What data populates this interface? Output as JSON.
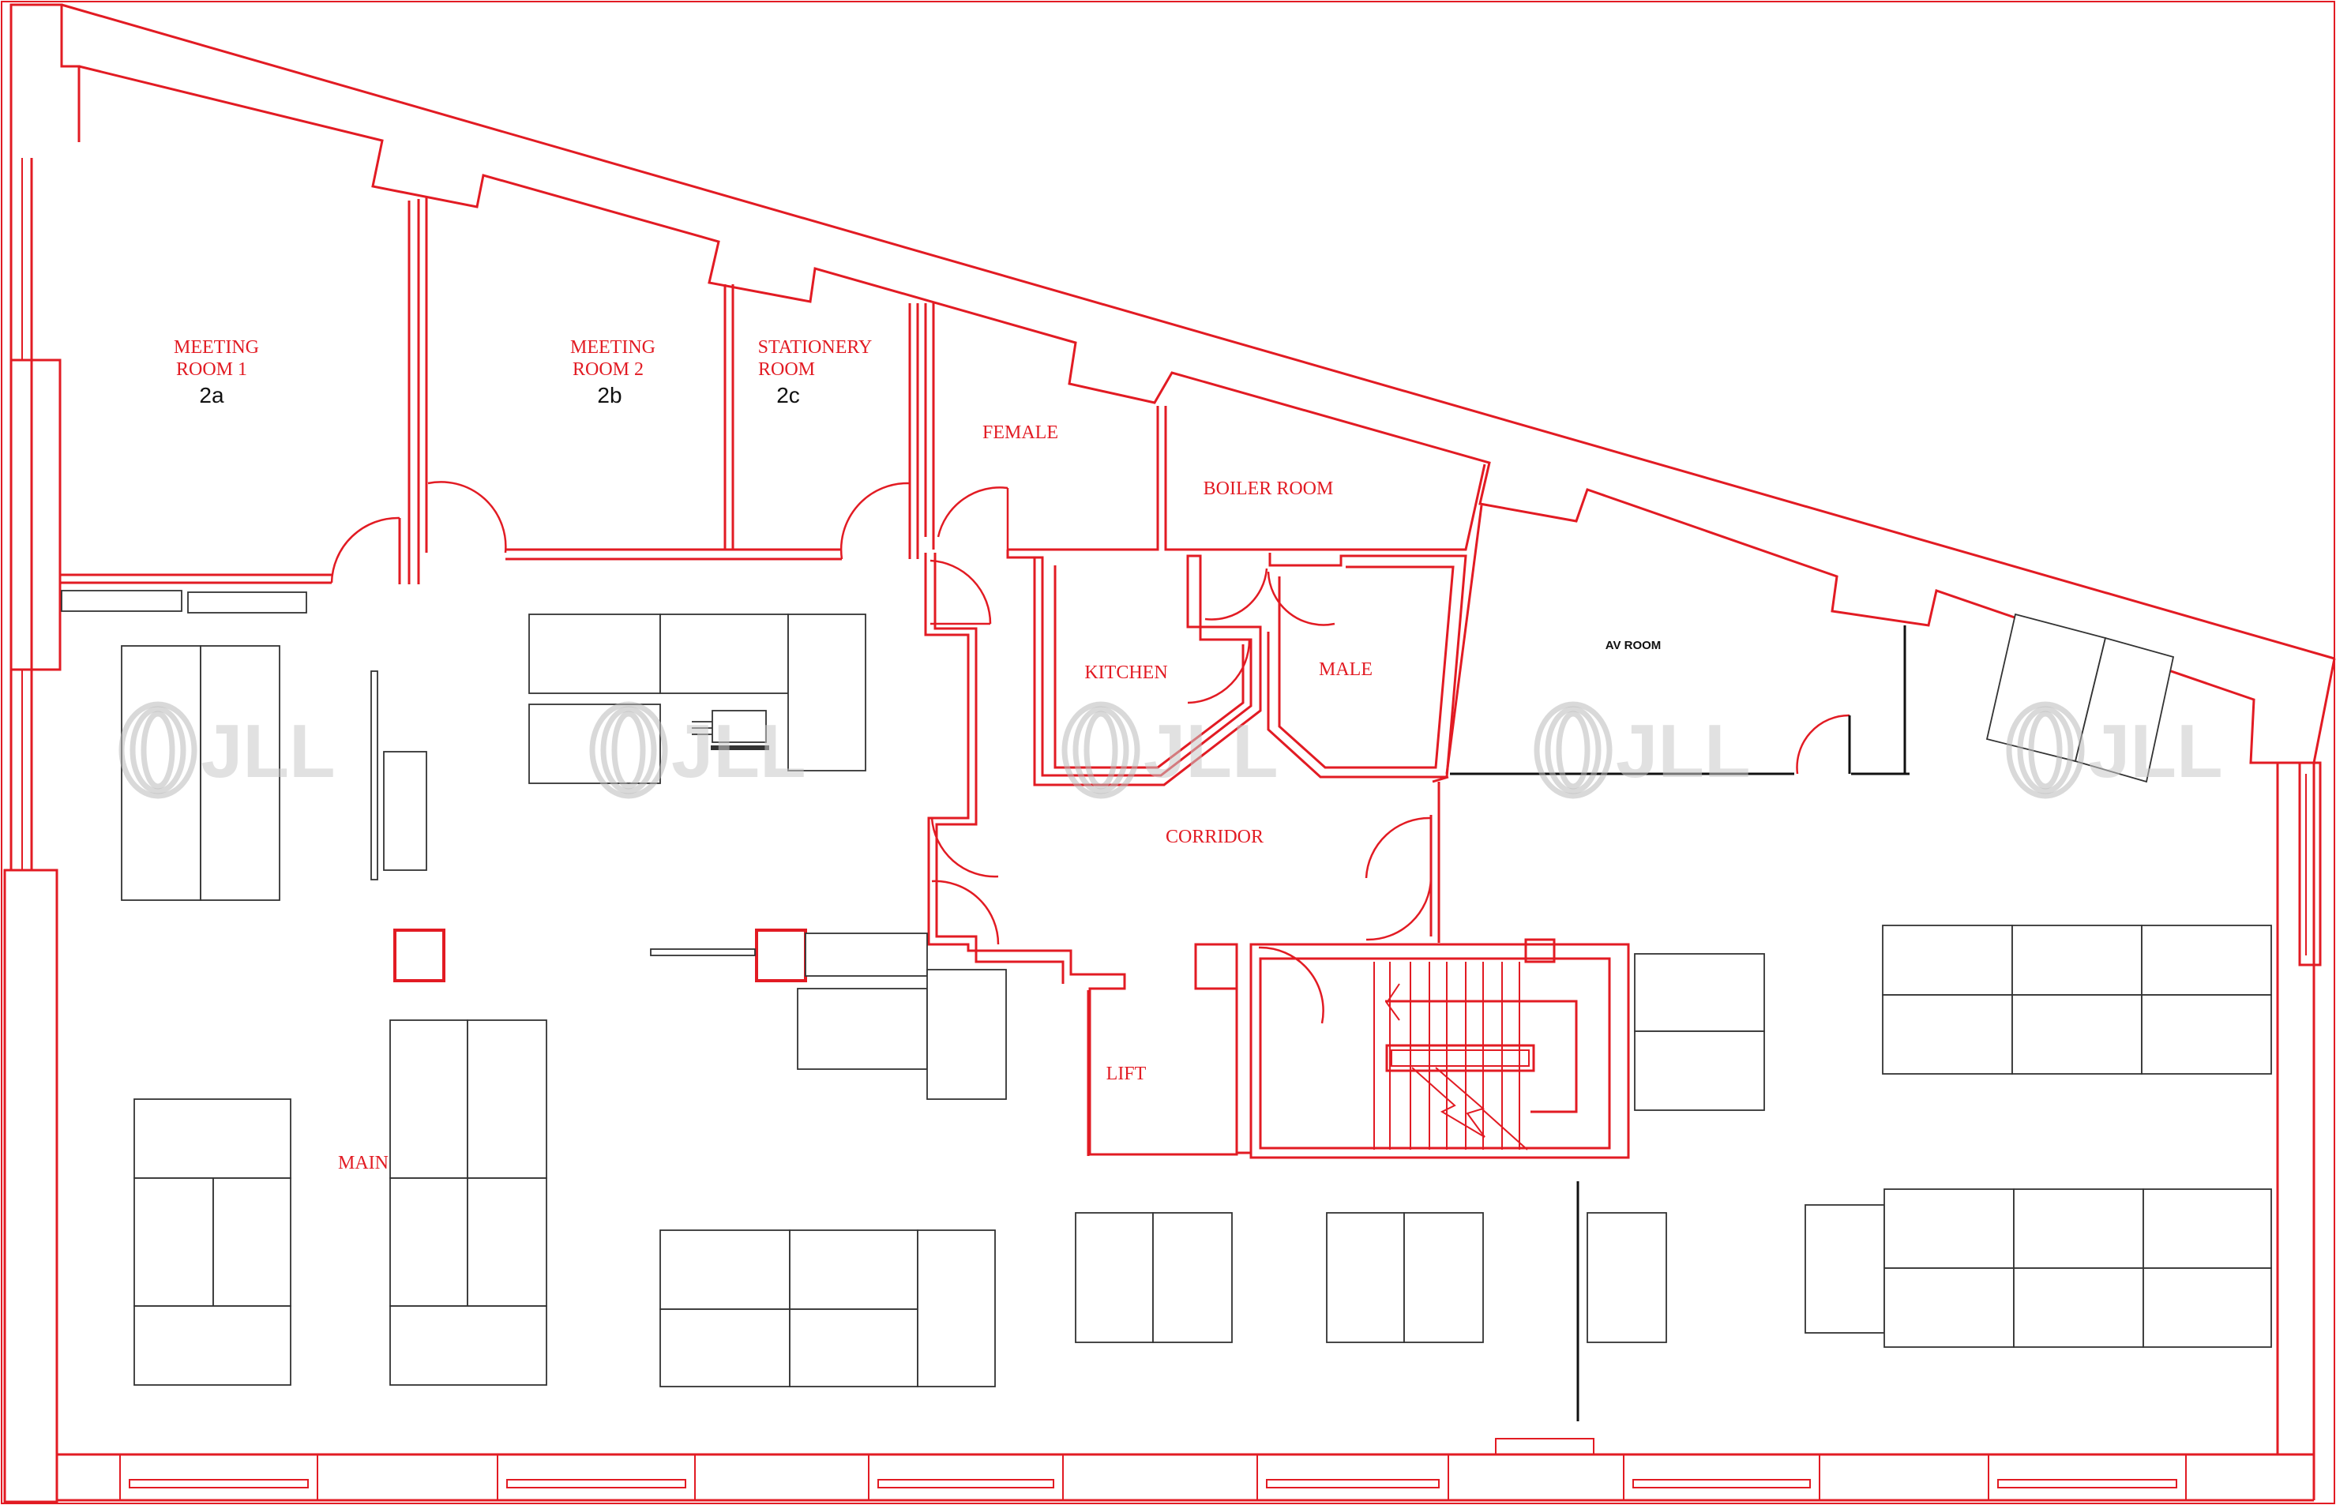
{
  "watermark": "JLL",
  "rooms": {
    "meeting_1": {
      "line1": "MEETING",
      "line2": "ROOM 1",
      "id": "2a"
    },
    "meeting_2": {
      "line1": "MEETING",
      "line2": "ROOM 2",
      "id": "2b"
    },
    "stationery": {
      "line1": "STATIONERY",
      "line2": "ROOM",
      "id": "2c"
    },
    "female": "FEMALE",
    "boiler": "BOILER ROOM",
    "kitchen": "KITCHEN",
    "male": "MALE",
    "av_room": "AV ROOM",
    "corridor": "CORRIDOR",
    "lift": "LIFT",
    "main": "MAIN"
  },
  "colors": {
    "walls": "#e21b23",
    "furniture": "#333333",
    "watermark": "#b9b9b9"
  }
}
